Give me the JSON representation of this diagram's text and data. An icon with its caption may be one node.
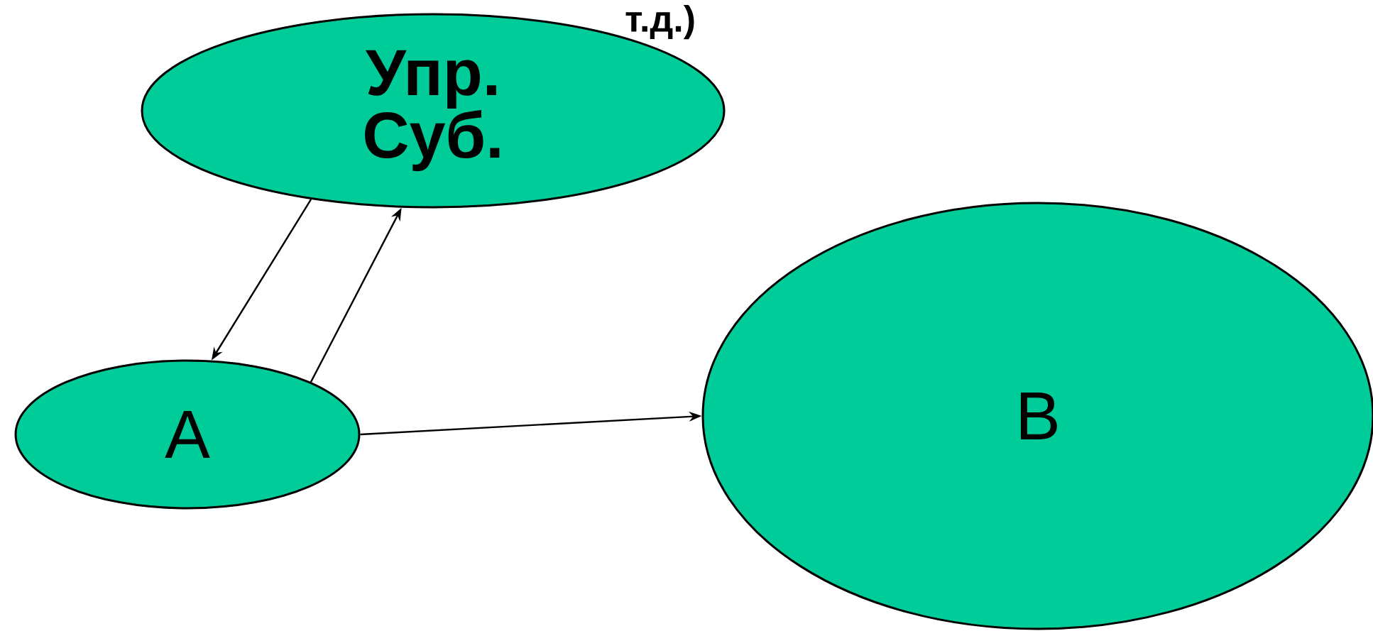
{
  "diagram": {
    "nodes": [
      {
        "text": [
          "Упр. Суб."
        ]
      },
      {
        "text": [
          "А"
        ]
      },
      {
        "text": [
          "В"
        ]
      }
    ],
    "edges": [
      {
        "from": 0,
        "to": 1,
        "arrow": "to"
      },
      {
        "from": 1,
        "to": 0,
        "arrow": "to"
      },
      {
        "from": 1,
        "to": 2,
        "arrow": "to"
      }
    ],
    "labels": [
      "т.д.)"
    ]
  }
}
